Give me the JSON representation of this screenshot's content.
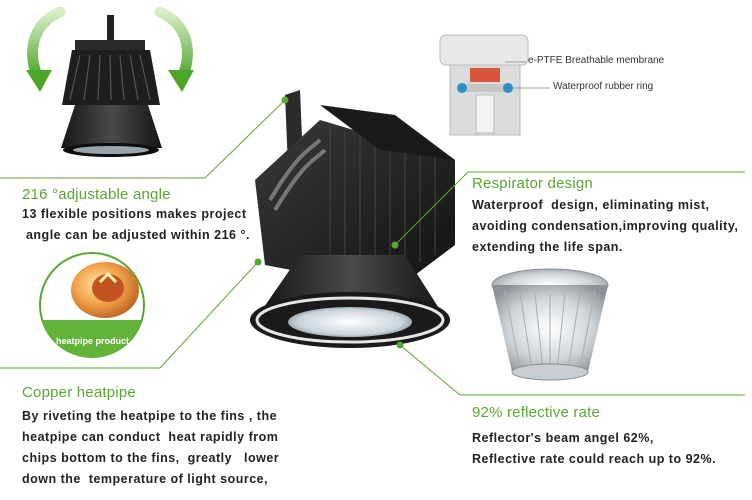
{
  "features": {
    "adjustable": {
      "title": "216 °adjustable angle",
      "body": "13 flexible positions makes project\n angle can be adjusted within 216 °."
    },
    "respirator": {
      "title": "Respirator design",
      "body": "Waterproof  design, eliminating mist,\navoiding condensation,improving quality,\nextending the life span."
    },
    "heatpipe": {
      "title": "Copper heatpipe",
      "body": "By riveting the heatpipe to the fins , the\nheatpipe can conduct  heat rapidly from\nchips bottom to the fins,  greatly   lower\ndown the  temperature of light source,"
    },
    "reflective": {
      "title": "92% reflective rate",
      "body": "Reflector's beam angel 62%,\nReflective rate could reach up to 92%."
    }
  },
  "callouts": {
    "membrane": "e-PTFE Breathable membrane",
    "ring": "Waterproof rubber ring",
    "heatpipe_badge": "heatpipe product"
  },
  "colors": {
    "accent": "#5aa632",
    "text": "#222222",
    "fixture": "#1b1b1b"
  }
}
